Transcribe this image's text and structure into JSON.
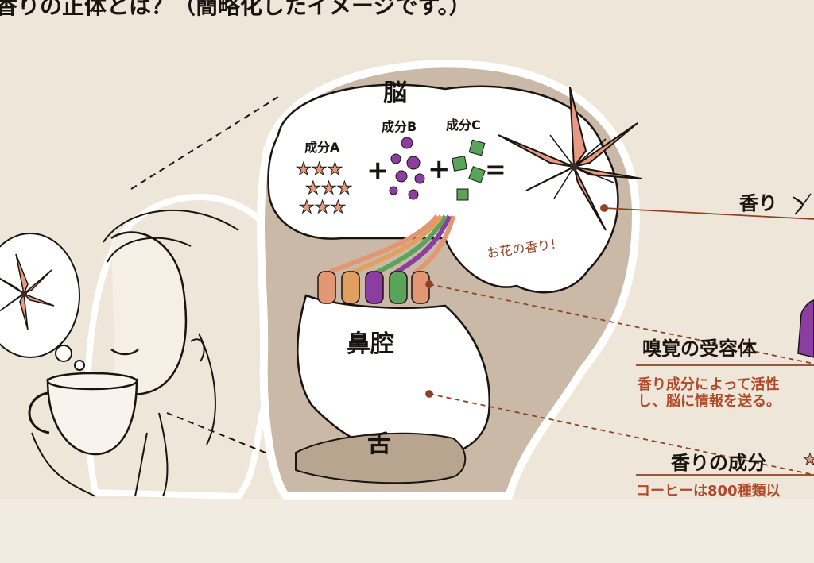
{
  "title": "香りの正体とは？（簡略化したイメージです。）",
  "diagram": {
    "brain_label": "脳",
    "nasal_cavity_label": "鼻腔",
    "tongue_label": "舌",
    "component_a": "成分A",
    "component_b": "成分B",
    "component_c": "成分C",
    "flower_scent": "お花の香り！",
    "operators": {
      "plus": "+",
      "equals": "="
    }
  },
  "callouts": [
    {
      "heading": "香り",
      "lines": []
    },
    {
      "heading": "嗅覚の受容体",
      "lines": [
        "香り成分によって活性",
        "し、脳に情報を送る。"
      ]
    },
    {
      "heading": "香りの成分",
      "lines": [
        "コーヒーは800種類以"
      ]
    }
  ],
  "colors": {
    "background": "#efe6da",
    "head_fill": "#c9b9a6",
    "accent_brown": "#8f4222",
    "label_red": "#b04a2a",
    "star": "#e89a7d",
    "sphere_purple": "#8a3fa0",
    "cube_green": "#5aa35a"
  }
}
